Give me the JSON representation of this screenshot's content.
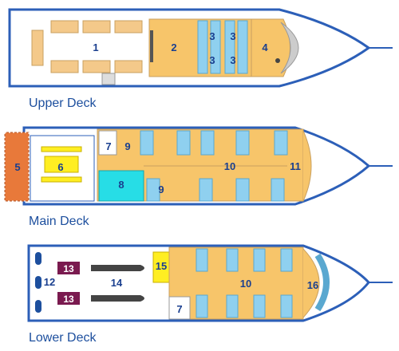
{
  "decks": {
    "upper": "Upper Deck",
    "main": "Main Deck",
    "lower": "Lower Deck"
  },
  "rooms": {
    "upper": [
      "1",
      "2",
      "3",
      "3",
      "3",
      "3",
      "4"
    ],
    "main": [
      "5",
      "6",
      "7",
      "9",
      "9",
      "8",
      "10",
      "11"
    ],
    "lower": [
      "12",
      "13",
      "13",
      "14",
      "15",
      "10",
      "16",
      "7"
    ]
  },
  "colors": {
    "hull_outline": "#2c5fb8",
    "deck_floor": "#f7c56a",
    "cabin_blue": "#8fd0ef",
    "bench_tan": "#f4c98a",
    "cyan_area": "#27dde6",
    "yellow_table": "#ffee22",
    "dark_gray": "#444444",
    "maroon": "#7a1a4f",
    "title_blue": "#1d4f9e"
  }
}
